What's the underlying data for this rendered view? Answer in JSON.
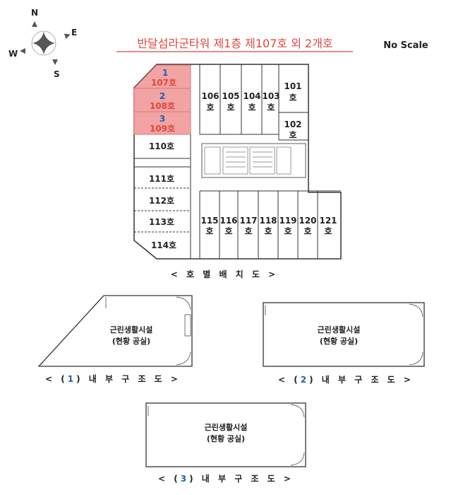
{
  "title": "반달섬라군타워 제1층 제107호 외 2개호",
  "scale_note": "No Scale",
  "compass": {
    "n": "N",
    "e": "E",
    "w": "W",
    "s": "S"
  },
  "colors": {
    "title": "#e0463f",
    "highlight": "#f2a3a3",
    "marker": "#1f5fb0"
  },
  "highlighted_units": [
    {
      "marker": "1",
      "label": "107호"
    },
    {
      "marker": "2",
      "label": "108호"
    },
    {
      "marker": "3",
      "label": "109호"
    }
  ],
  "units_top": [
    {
      "num": "106",
      "suffix": "호"
    },
    {
      "num": "105",
      "suffix": "호"
    },
    {
      "num": "104",
      "suffix": "호"
    },
    {
      "num": "103",
      "suffix": "호"
    },
    {
      "num": "101",
      "suffix": "호"
    },
    {
      "num": "102",
      "suffix": "호"
    }
  ],
  "units_left": [
    "110호",
    "111호",
    "112호",
    "113호",
    "114호"
  ],
  "units_bottom": [
    {
      "num": "115",
      "suffix": "호"
    },
    {
      "num": "116",
      "suffix": "호"
    },
    {
      "num": "117",
      "suffix": "호"
    },
    {
      "num": "118",
      "suffix": "호"
    },
    {
      "num": "119",
      "suffix": "호"
    },
    {
      "num": "120",
      "suffix": "호"
    },
    {
      "num": "121",
      "suffix": "호"
    }
  ],
  "layout_caption": "< 호 별 배 치 도 >",
  "interiors": [
    {
      "marker": "1",
      "caption_pre": "< (",
      "caption_post": ") 내 부 구 조 도 >",
      "use": "근린생활시설",
      "status": "(현황 공실)"
    },
    {
      "marker": "2",
      "caption_pre": "< (",
      "caption_post": ") 내 부 구 조 도 >",
      "use": "근린생활시설",
      "status": "(현황 공실)"
    },
    {
      "marker": "3",
      "caption_pre": "< (",
      "caption_post": ") 내 부 구 조 도 >",
      "use": "근린생활시설",
      "status": "(현황 공실)"
    }
  ]
}
